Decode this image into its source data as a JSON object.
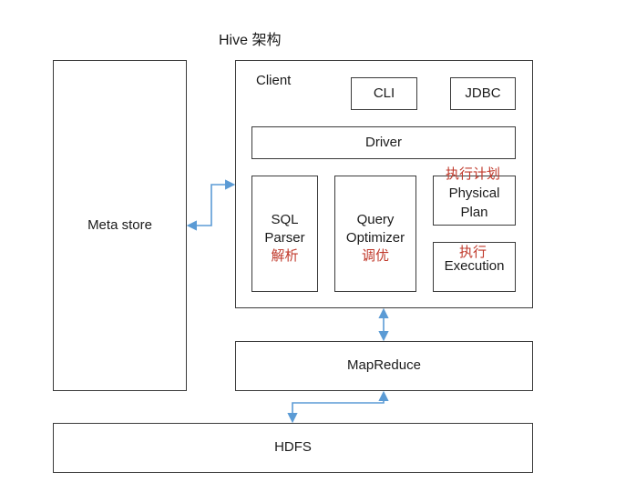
{
  "title": "Hive 架构",
  "nodes": {
    "metastore": "Meta store",
    "client": "Client",
    "cli": "CLI",
    "jdbc": "JDBC",
    "driver": "Driver",
    "sql_parser": [
      "SQL",
      "Parser"
    ],
    "sql_parser_cn": "解析",
    "query_optimizer": [
      "Query",
      "Optimizer"
    ],
    "query_optimizer_cn": "调优",
    "physical_plan": [
      "Physical",
      "Plan"
    ],
    "physical_plan_cn": "执行计划",
    "execution": "Execution",
    "execution_cn": "执行",
    "mapreduce": "MapReduce",
    "hdfs": "HDFS"
  },
  "colors": {
    "border": "#3a3a3a",
    "arrow": "#5b9bd5",
    "annotation": "#c0392b"
  }
}
